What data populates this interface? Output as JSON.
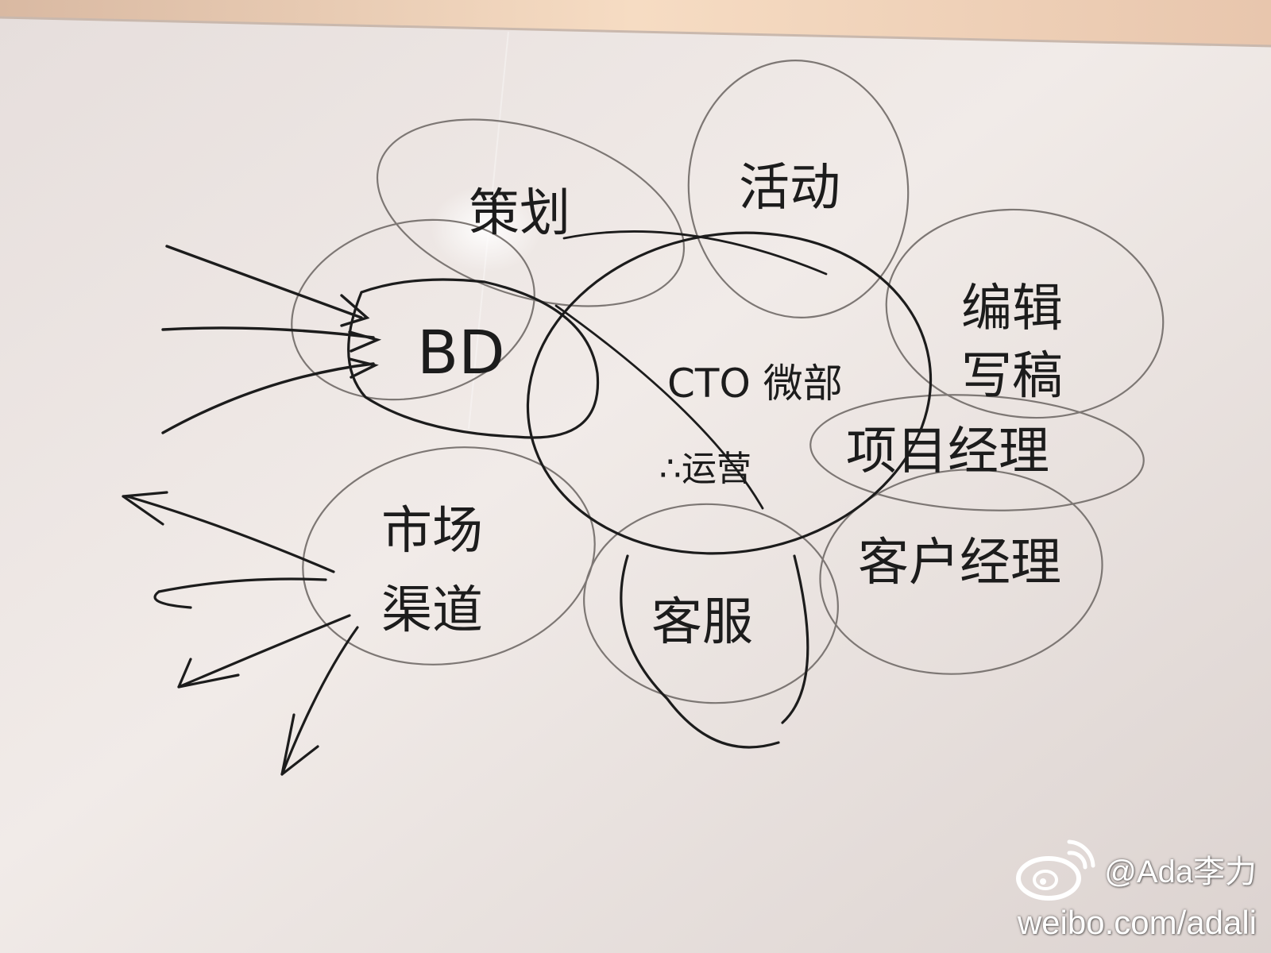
{
  "whiteboard": {
    "center_label": "CTO 微部",
    "center_sublabel": "∴运营",
    "bubbles": [
      {
        "id": "planning",
        "label": "策划"
      },
      {
        "id": "events",
        "label": "活动"
      },
      {
        "id": "editor_line1",
        "label": "编辑"
      },
      {
        "id": "editor_line2",
        "label": "写稿"
      },
      {
        "id": "project_manager",
        "label": "项目经理"
      },
      {
        "id": "account_manager",
        "label": "客户经理"
      },
      {
        "id": "customer_service",
        "label": "客服"
      },
      {
        "id": "market_line1",
        "label": "市场"
      },
      {
        "id": "market_line2",
        "label": "渠道"
      },
      {
        "id": "bd",
        "label": "BD"
      }
    ],
    "marker_color": "#1c1c1c",
    "board_color": "#ece5e2",
    "top_strip_color": "#f3d2b8"
  },
  "watermark": {
    "handle": "@Ada李力",
    "url": "weibo.com/adali",
    "icon": "weibo-icon"
  }
}
